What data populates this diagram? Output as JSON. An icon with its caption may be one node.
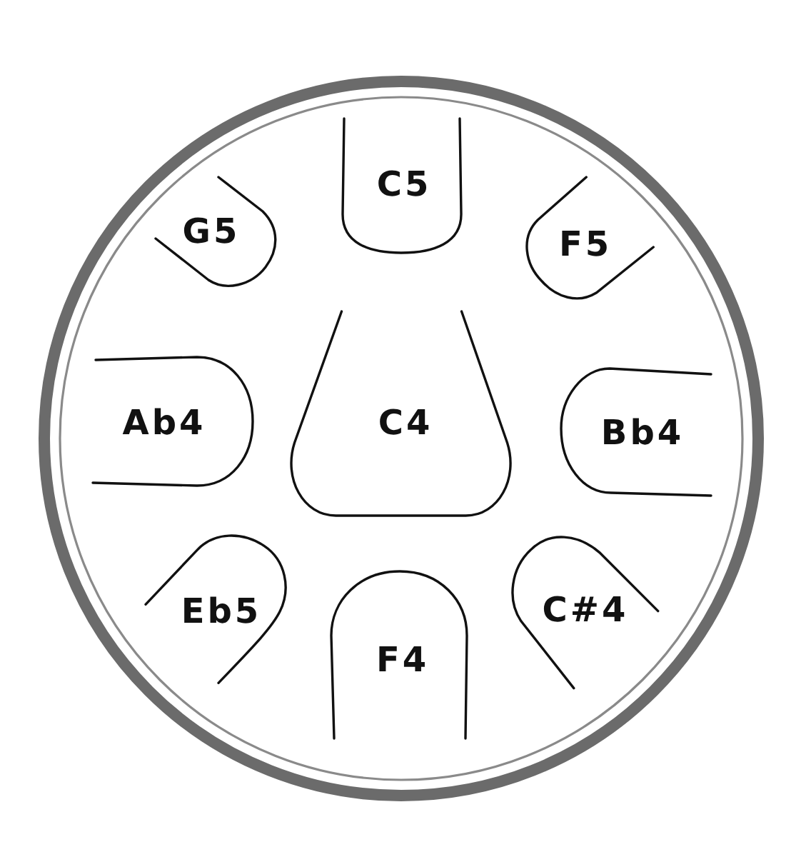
{
  "diagram": {
    "nodes": [
      {
        "text": [],
        "shape": "circle"
      },
      {
        "text": [
          "G5"
        ],
        "in": 0
      },
      {
        "text": [
          "C5"
        ],
        "in": 0
      },
      {
        "text": [
          "F5"
        ],
        "in": 0
      },
      {
        "text": [
          "Ab4"
        ],
        "in": 0
      },
      {
        "text": [
          "C4"
        ],
        "in": 0
      },
      {
        "text": [
          "Bb4"
        ],
        "in": 0
      },
      {
        "text": [
          "Eb5"
        ],
        "in": 0
      },
      {
        "text": [
          "F4"
        ],
        "in": 0
      },
      {
        "text": [
          "C#4"
        ],
        "in": 0
      }
    ]
  }
}
